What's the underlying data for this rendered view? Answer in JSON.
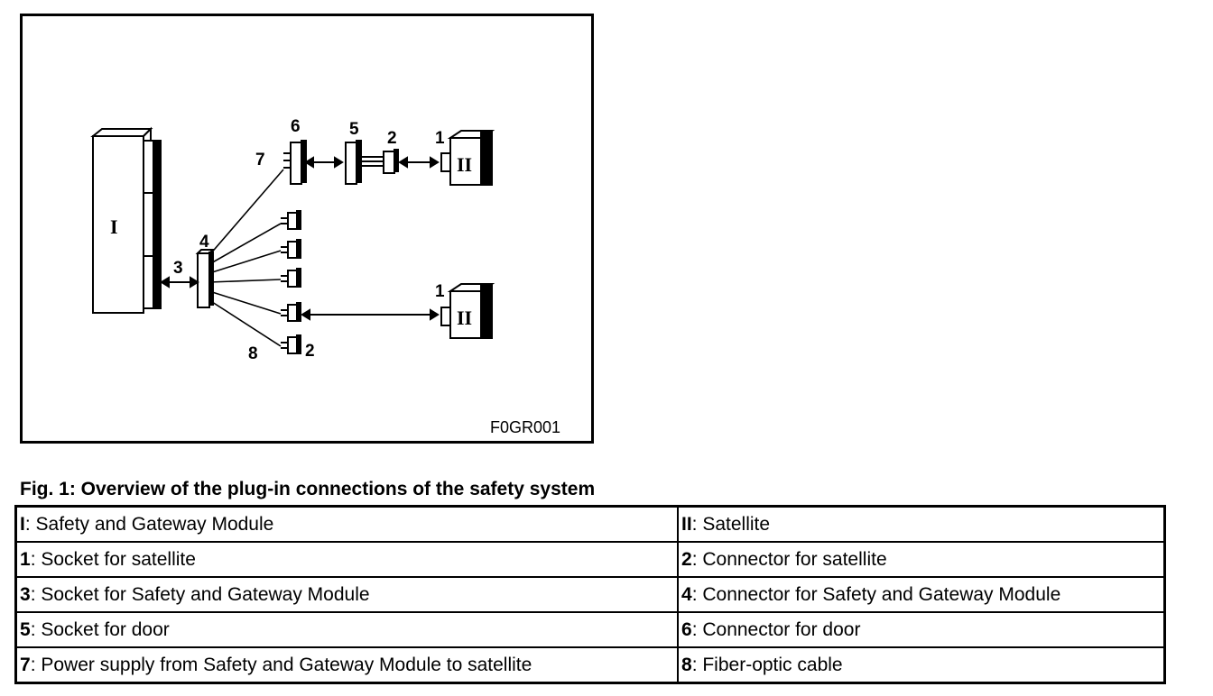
{
  "figure": {
    "labels": {
      "module": "I",
      "satellite_top": "II",
      "satellite_bottom": "II",
      "n1_top": "1",
      "n1_bottom": "1",
      "n2_top": "2",
      "n2_bottom": "2",
      "n3": "3",
      "n4": "4",
      "n5": "5",
      "n6": "6",
      "n7": "7",
      "n8": "8"
    },
    "figure_id": "F0GR001"
  },
  "caption": "Fig. 1: Overview of the plug-in connections of the safety system",
  "legend": {
    "rows": [
      [
        {
          "key": "I",
          "text": ": Safety and Gateway Module"
        },
        {
          "key": "II",
          "text": ": Satellite"
        }
      ],
      [
        {
          "key": "1",
          "text": ": Socket for satellite"
        },
        {
          "key": "2",
          "text": ": Connector for satellite"
        }
      ],
      [
        {
          "key": "3",
          "text": ": Socket for Safety and Gateway Module"
        },
        {
          "key": "4",
          "text": ": Connector for Safety and Gateway Module"
        }
      ],
      [
        {
          "key": "5",
          "text": ": Socket for door"
        },
        {
          "key": "6",
          "text": ": Connector for door"
        }
      ],
      [
        {
          "key": "7",
          "text": ": Power supply from Safety and Gateway Module to satellite"
        },
        {
          "key": "8",
          "text": ": Fiber-optic cable"
        }
      ]
    ]
  }
}
